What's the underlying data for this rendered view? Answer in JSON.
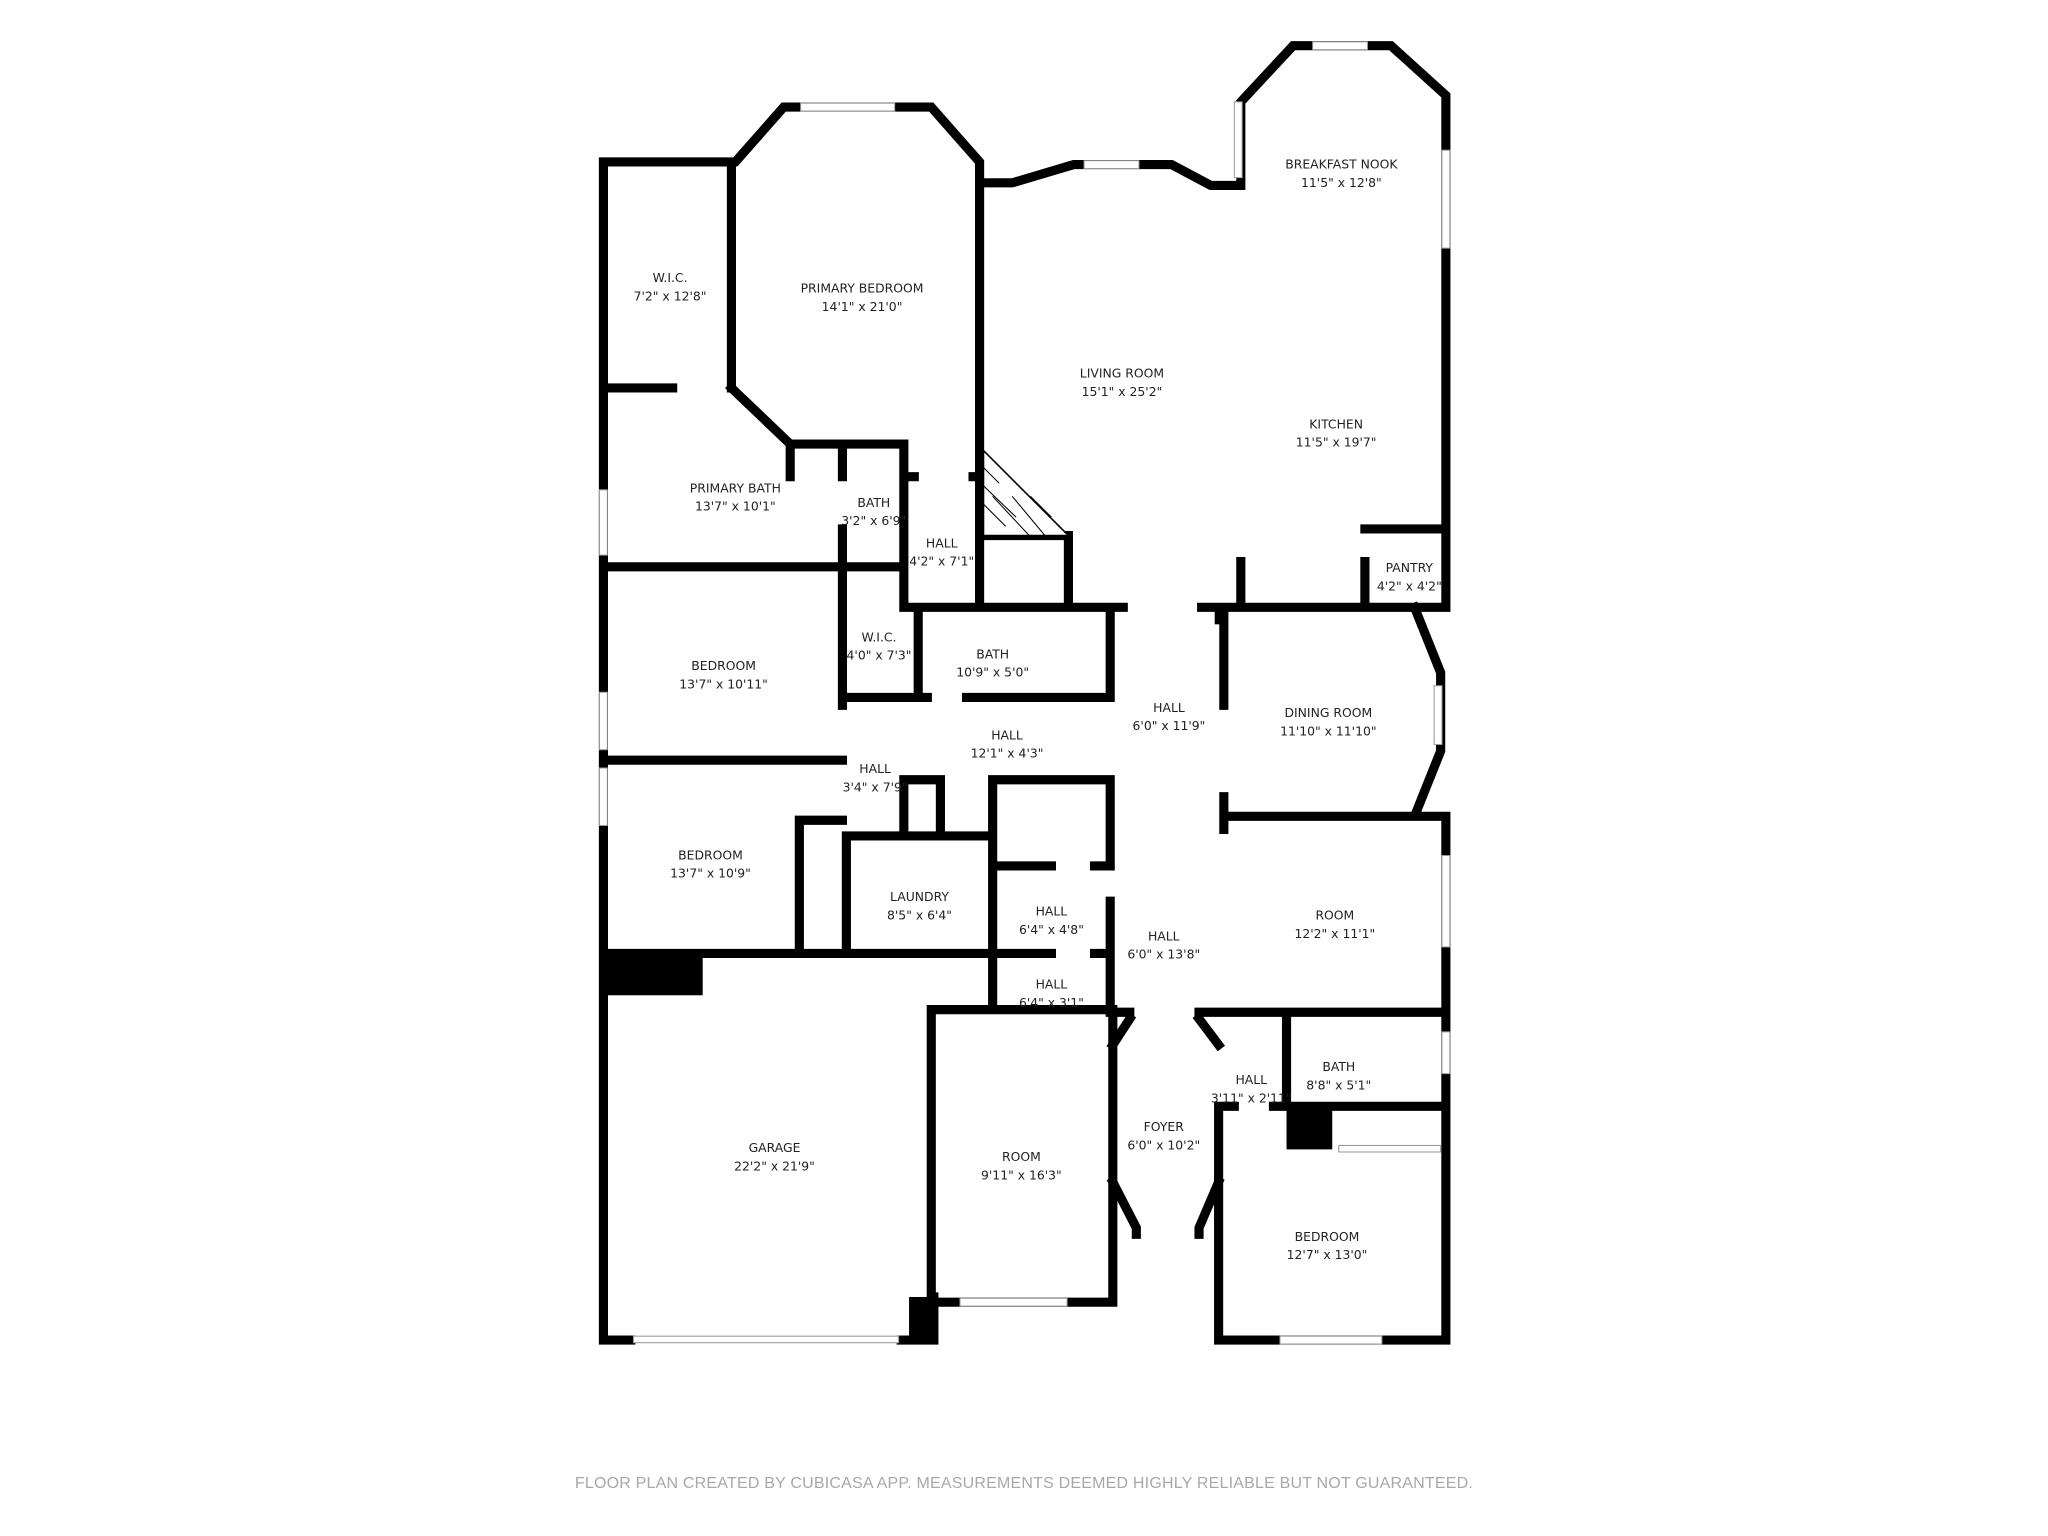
{
  "rooms": [
    {
      "name": "W.I.C.",
      "size": "7'2\" x 12'8\""
    },
    {
      "name": "PRIMARY BEDROOM",
      "size": "14'1\" x 21'0\""
    },
    {
      "name": "LIVING ROOM",
      "size": "15'1\" x 25'2\""
    },
    {
      "name": "BREAKFAST NOOK",
      "size": "11'5\" x 12'8\""
    },
    {
      "name": "KITCHEN",
      "size": "11'5\" x 19'7\""
    },
    {
      "name": "PRIMARY BATH",
      "size": "13'7\" x 10'1\""
    },
    {
      "name": "BATH",
      "size": "3'2\" x 6'9\""
    },
    {
      "name": "HALL",
      "size": "4'2\" x 7'1\""
    },
    {
      "name": "PANTRY",
      "size": "4'2\" x 4'2\""
    },
    {
      "name": "BEDROOM",
      "size": "13'7\" x 10'11\""
    },
    {
      "name": "W.I.C.",
      "size": "4'0\" x 7'3\""
    },
    {
      "name": "BATH",
      "size": "10'9\" x 5'0\""
    },
    {
      "name": "HALL",
      "size": "6'0\" x 11'9\""
    },
    {
      "name": "DINING ROOM",
      "size": "11'10\" x 11'10\""
    },
    {
      "name": "HALL",
      "size": "12'1\" x 4'3\""
    },
    {
      "name": "HALL",
      "size": "3'4\" x 7'9\""
    },
    {
      "name": "BEDROOM",
      "size": "13'7\" x 10'9\""
    },
    {
      "name": "LAUNDRY",
      "size": "8'5\" x 6'4\""
    },
    {
      "name": "HALL",
      "size": "6'4\" x 4'8\""
    },
    {
      "name": "ROOM",
      "size": "12'2\" x 11'1\""
    },
    {
      "name": "HALL",
      "size": "6'0\" x 13'8\""
    },
    {
      "name": "HALL",
      "size": "6'4\" x 3'1\""
    },
    {
      "name": "BATH",
      "size": "8'8\" x 5'1\""
    },
    {
      "name": "HALL",
      "size": "3'11\" x 2'11\""
    },
    {
      "name": "FOYER",
      "size": "6'0\" x 10'2\""
    },
    {
      "name": "GARAGE",
      "size": "22'2\" x 21'9\""
    },
    {
      "name": "ROOM",
      "size": "9'11\" x 16'3\""
    },
    {
      "name": "BEDROOM",
      "size": "12'7\" x 13'0\""
    }
  ],
  "footer": "FLOOR PLAN CREATED BY CUBICASA APP. MEASUREMENTS DEEMED HIGHLY RELIABLE BUT NOT GUARANTEED.",
  "colors": {
    "wall": "#000000",
    "footer_text": "#a8a8a8",
    "background": "#ffffff"
  }
}
